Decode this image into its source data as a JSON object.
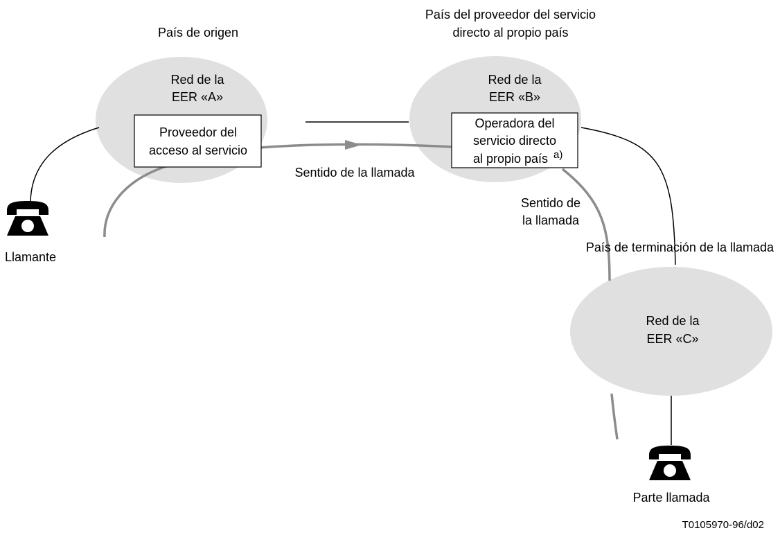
{
  "regions": {
    "origin": "País de origen",
    "provider_line1": "País del proveedor del servicio",
    "provider_line2": "directo al propio país",
    "termination": "País de terminación de la llamada"
  },
  "networks": {
    "a_line1": "Red de la",
    "a_line2": "EER «A»",
    "b_line1": "Red de la",
    "b_line2": "EER «B»",
    "c_line1": "Red de la",
    "c_line2": "EER «C»"
  },
  "boxes": {
    "access_line1": "Proveedor del",
    "access_line2": "acceso al servicio",
    "operator_line1": "Operadora del",
    "operator_line2": "servicio directo",
    "operator_line3": "al propio país",
    "operator_note": "a)"
  },
  "direction": {
    "main": "Sentido de la llamada",
    "second_line1": "Sentido de",
    "second_line2": "la llamada"
  },
  "parties": {
    "caller": "Llamante",
    "called": "Parte llamada"
  },
  "figure_id": "T0105970-96/d02",
  "icons": {
    "caller_phone": "telephone-icon",
    "called_phone": "telephone-icon"
  },
  "colors": {
    "ellipse_fill": "#e0e0e0",
    "call_path": "#8c8c8c",
    "line": "#000000"
  }
}
